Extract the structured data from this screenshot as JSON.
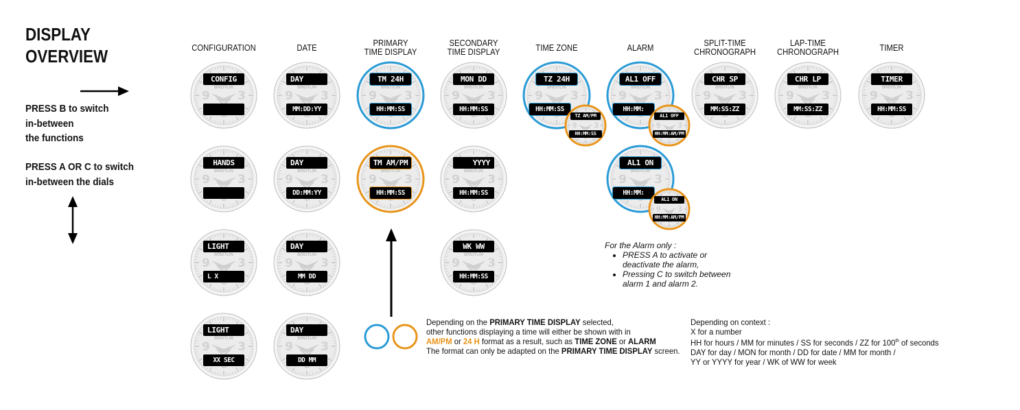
{
  "title": {
    "line1": "DISPLAY",
    "line2": "OVERVIEW"
  },
  "instructions": {
    "press_b": [
      "PRESS B to switch",
      "in-between",
      "the functions"
    ],
    "press_ac": [
      "PRESS A OR C to switch",
      "in-between the dials"
    ]
  },
  "columns": [
    {
      "id": "configuration",
      "label": [
        "CONFIGURATION"
      ]
    },
    {
      "id": "date",
      "label": [
        "DATE"
      ]
    },
    {
      "id": "primary",
      "label": [
        "PRIMARY",
        "TIME DISPLAY"
      ]
    },
    {
      "id": "secondary",
      "label": [
        "SECONDARY",
        "TIME DISPLAY"
      ]
    },
    {
      "id": "timezone",
      "label": [
        "TIME ZONE"
      ]
    },
    {
      "id": "alarm",
      "label": [
        "ALARM"
      ]
    },
    {
      "id": "split",
      "label": [
        "SPLIT-TIME",
        "CHRONOGRAPH"
      ]
    },
    {
      "id": "lap",
      "label": [
        "LAP-TIME",
        "CHRONOGRAPH"
      ]
    },
    {
      "id": "timer",
      "label": [
        "TIMER"
      ]
    }
  ],
  "dials": [
    {
      "col": 0,
      "row": 0,
      "top": "CONFIG",
      "bottom": "",
      "ring": "none"
    },
    {
      "col": 0,
      "row": 1,
      "top": "HANDS",
      "bottom": "",
      "ring": "none"
    },
    {
      "col": 0,
      "row": 2,
      "top": "LIGHT",
      "bottom": "L X",
      "ring": "none",
      "align": "left"
    },
    {
      "col": 0,
      "row": 3,
      "top": "LIGHT",
      "bottom": "XX SEC",
      "ring": "none",
      "align": "left"
    },
    {
      "col": 1,
      "row": 0,
      "top": "DAY",
      "bottom": "MM:DD:YY",
      "ring": "none",
      "align": "left"
    },
    {
      "col": 1,
      "row": 1,
      "top": "DAY",
      "bottom": "DD:MM:YY",
      "ring": "none",
      "align": "left"
    },
    {
      "col": 1,
      "row": 2,
      "top": "DAY",
      "bottom": "MM DD",
      "ring": "none",
      "align": "left"
    },
    {
      "col": 1,
      "row": 3,
      "top": "DAY",
      "bottom": "DD MM",
      "ring": "none",
      "align": "left"
    },
    {
      "col": 2,
      "row": 0,
      "top": "TM 24H",
      "bottom": "HH:MM:SS",
      "ring": "blue"
    },
    {
      "col": 2,
      "row": 1,
      "top": "TM AM/PM",
      "bottom": "HH:MM:SS",
      "ring": "orange"
    },
    {
      "col": 3,
      "row": 0,
      "top": "MON DD",
      "bottom": "HH:MM:SS",
      "ring": "none"
    },
    {
      "col": 3,
      "row": 1,
      "top": "YYYY",
      "bottom": "HH:MM:SS",
      "ring": "none",
      "align": "right"
    },
    {
      "col": 3,
      "row": 2,
      "top": "WK WW",
      "bottom": "HH:MM:SS",
      "ring": "none"
    },
    {
      "col": 4,
      "row": 0,
      "top": "TZ 24H",
      "bottom": "HH:MM:SS",
      "ring": "blue",
      "sub": {
        "top": "TZ AM/PM",
        "bottom": "HH:MM:SS"
      }
    },
    {
      "col": 5,
      "row": 0,
      "top": "AL1 OFF",
      "bottom": "HH:MM:",
      "ring": "blue",
      "sub": {
        "top": "AL1 OFF",
        "bottom": "HH:MM:AM/PM"
      }
    },
    {
      "col": 5,
      "row": 1,
      "top": "AL1 ON",
      "bottom": "HH:MM:",
      "ring": "blue",
      "sub": {
        "top": "AL1 ON",
        "bottom": "HH:MM:AM/PM"
      }
    },
    {
      "col": 6,
      "row": 0,
      "top": "CHR SP",
      "bottom": "MM:SS:ZZ",
      "ring": "none"
    },
    {
      "col": 7,
      "row": 0,
      "top": "CHR LP",
      "bottom": "MM:SS:ZZ",
      "ring": "none"
    },
    {
      "col": 8,
      "row": 0,
      "top": "TIMER",
      "bottom": "HH:MM:SS",
      "ring": "none"
    }
  ],
  "dial_texts": {
    "brand": "BREITLIN",
    "sub": "1884",
    "bottom": "CHRONOMETRE"
  },
  "alarm_note": {
    "heading": "For the Alarm only :",
    "bullets": [
      "PRESS A to activate or deactivate the alarm,",
      "Pressing C to switch between alarm 1 and alarm 2."
    ]
  },
  "legend": {
    "line1_a": "Depending on the ",
    "line1_b": "PRIMARY TIME DISPLAY",
    "line1_c": " selected,",
    "line2": "other functions displaying a time will either be shown with in",
    "line3_ampm": "AM/PM",
    "line3_or": " or ",
    "line3_24h": "24 H",
    "line3_rest": " format as a result, such as ",
    "line3_tz": "TIME ZONE",
    "line3_or2": " or ",
    "line3_alarm": "ALARM",
    "line4_a": "The format can only be adapted on the ",
    "line4_b": "PRIMARY TIME DISPLAY",
    "line4_c": " screen."
  },
  "context": {
    "heading": "Depending on context :",
    "line1": "X for a number",
    "line2_a": "HH for hours / MM for minutes / SS for seconds / ZZ for 100",
    "line2_sup": "th",
    "line2_b": " of seconds",
    "line3": "DAY for day / MON for month / DD for date / MM for month /",
    "line4": "YY or YYYY for year / WK of WW for week"
  },
  "colors": {
    "blue": "#2a9bd6",
    "orange": "#e8941a",
    "dial_face": "#ebebeb",
    "dial_marks": "#cfcfcf"
  }
}
